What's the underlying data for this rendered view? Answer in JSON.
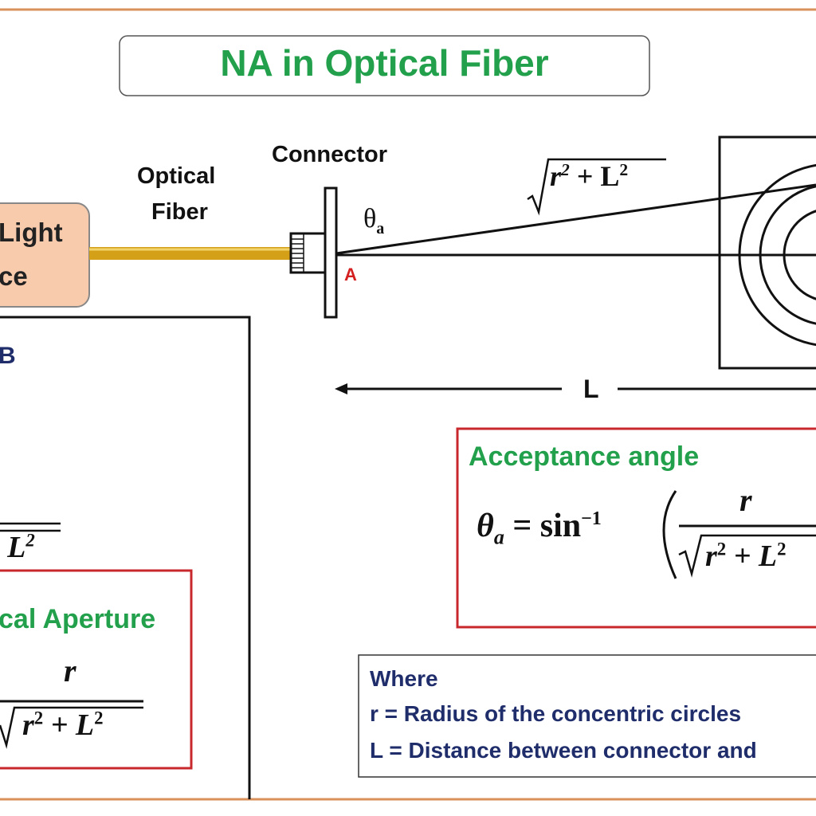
{
  "title": "NA in Optical Fiber",
  "labels": {
    "connector": "Connector",
    "optical_fiber_line1": "Optical",
    "optical_fiber_line2": "Fiber",
    "light_source_line1": "Light",
    "light_source_line2": "ce",
    "theta": "θ",
    "theta_sub": "a",
    "point_a": "A",
    "distance": "L",
    "hypotenuse_r": "r",
    "hypotenuse_plus": "+ L",
    "left_box_heading": "B"
  },
  "left_box": {
    "partial_formula": "+ L",
    "na_heading": "cal Aperture",
    "numerator": "r",
    "denominator_r": "r",
    "denominator_plus": "+ L"
  },
  "acceptance_box": {
    "heading": "Acceptance angle",
    "theta": "θ",
    "theta_sub": "a",
    "equals_sin": "= sin",
    "inverse": "−1",
    "numerator": "r",
    "denominator_r": "r",
    "denominator_plus": "+ L"
  },
  "where_box": {
    "heading": "Where",
    "line_r": "r = Radius of the concentric circles",
    "line_l": "L = Distance between connector and"
  },
  "colors": {
    "title_green": "#22a04b",
    "navy": "#1f2d6b",
    "red_border": "#c8282c",
    "frame_orange": "#d9905a",
    "light_source_fill": "#f8cbad",
    "fiber_gold": "#d4a017"
  }
}
